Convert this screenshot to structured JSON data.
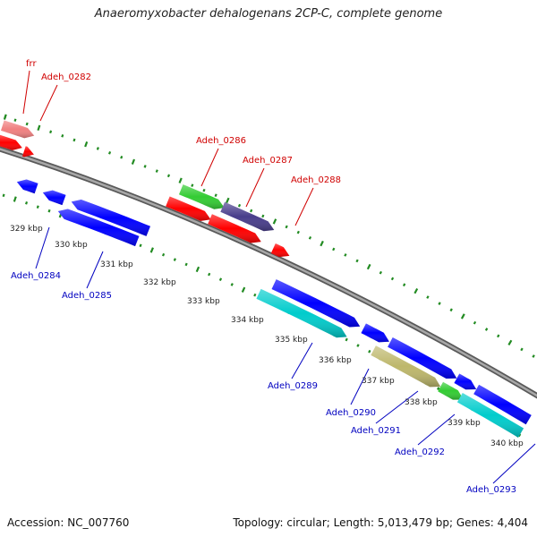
{
  "title": "Anaeromyxobacter dehalogenans 2CP-C, complete genome",
  "footer": {
    "accession": "Accession: NC_007760",
    "topology": "Topology: circular; Length: 5,013,479 bp; Genes: 4,404"
  },
  "colors": {
    "backbone": "#777777",
    "forward_label": "#d00000",
    "reverse_label": "#0000c0",
    "tick": "#228b22",
    "red": "#ff0000",
    "pink": "#f08080",
    "green": "#33cc33",
    "slate": "#483d8b",
    "blue": "#0000ff",
    "cyan": "#00cccc",
    "khaki": "#bdb76b"
  },
  "kbp_labels": [
    "329 kbp",
    "330 kbp",
    "331 kbp",
    "332 kbp",
    "333 kbp",
    "334 kbp",
    "335 kbp",
    "336 kbp",
    "337 kbp",
    "338 kbp",
    "339 kbp",
    "340 kbp"
  ],
  "gene_labels_forward": [
    "frr",
    "Adeh_0282",
    "Adeh_0286",
    "Adeh_0287",
    "Adeh_0288"
  ],
  "gene_labels_reverse": [
    "Adeh_0284",
    "Adeh_0285",
    "Adeh_0289",
    "Adeh_0290",
    "Adeh_0291",
    "Adeh_0292",
    "Adeh_0293"
  ]
}
